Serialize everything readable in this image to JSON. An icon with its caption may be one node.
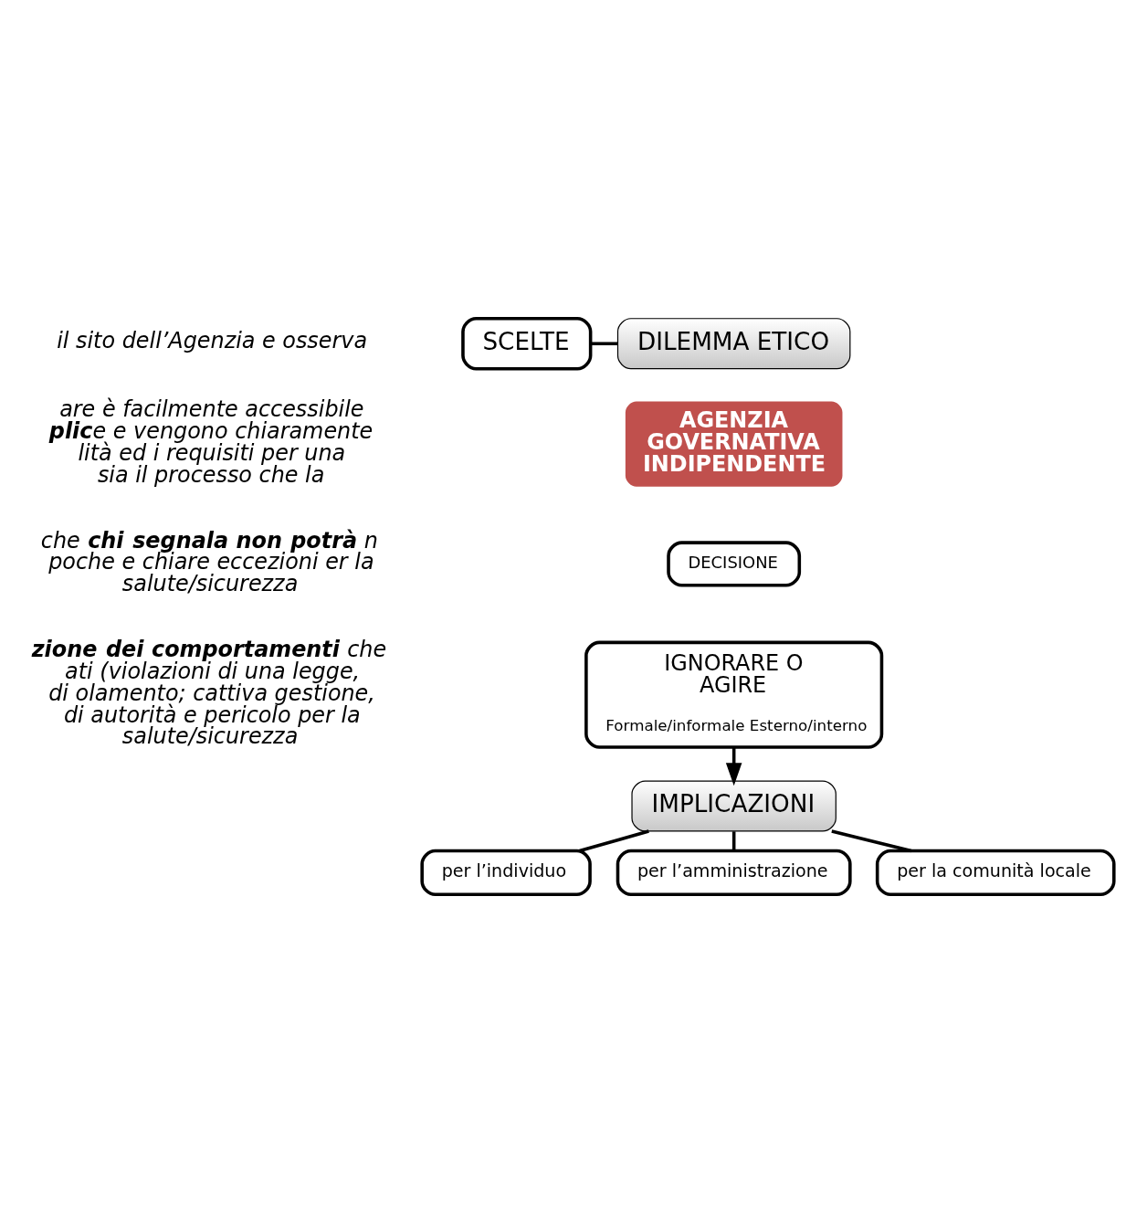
{
  "diagram": {
    "nodes": [
      {
        "text": [
          "DILEMMA ETICO"
        ]
      },
      {
        "text": [
          "SCELTE"
        ]
      },
      {
        "text": [
          "AGENZIA GOVERNATIVA INDIPENDENTE"
        ]
      },
      {
        "text": [
          "DECISIONE"
        ]
      },
      {
        "text": [
          "IGNORARE O AGIRE",
          "Formale/informale Esterno/interno"
        ]
      },
      {
        "text": [
          "IMPLICAZIONI"
        ]
      },
      {
        "text": [
          "per l’individuo"
        ]
      },
      {
        "text": [
          "per l’amministrazione"
        ]
      },
      {
        "text": [
          "per la comunità locale"
        ]
      }
    ],
    "edges": [
      {
        "from": 1,
        "to": 0,
        "arrow": "none"
      },
      {
        "from": 4,
        "to": 5,
        "arrow": "to"
      },
      {
        "from": 5,
        "to": 6,
        "arrow": "none"
      },
      {
        "from": 5,
        "to": 7,
        "arrow": "none"
      },
      {
        "from": 5,
        "to": 8,
        "arrow": "none"
      }
    ],
    "labels": [
      "il sito dell’Agenzia e osserva",
      "are è facilmente accessibile **plic**e e vengono chiaramente lità ed i requisiti per una sia il processo che la",
      "che **chi segnala non potrà** n poche e chiare eccezioni er la salute/sicurezza",
      "**zione dei comportamenti** che ati (violazioni di una legge, di olamento; cattiva gestione, di autorità e pericolo per la salute/sicurezza"
    ]
  }
}
